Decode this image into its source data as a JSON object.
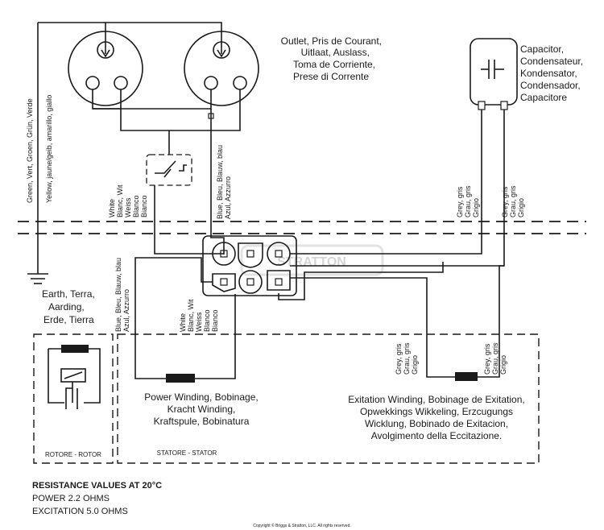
{
  "labels": {
    "outlet": [
      "Outlet, Pris de Courant,",
      "Uitlaat, Auslass,",
      "Toma de Corriente,",
      "Prese di Corrente"
    ],
    "capacitor": [
      "Capacitor,",
      "Condensateur,",
      "Kondensator,",
      "Condensador,",
      "Capacitore"
    ],
    "ground_wire": "Green, Vert, Groen, Grün, Verde",
    "yellow_wire": "Yellow, jaune/geib, amarillo, giallo",
    "white_top": [
      "White",
      "Blanc, Wit",
      "Weiss",
      "Blanco",
      "Bianco"
    ],
    "blue_top": [
      "Blue, Bleu, Blauw, blau",
      "Azul, Azzurro"
    ],
    "grey_top_left": [
      "Grey, gris",
      "Grau, gris",
      "Grigio"
    ],
    "grey_top_right": [
      "Grey, gris",
      "Grau, gris",
      "Grigio"
    ],
    "blue_bottom": [
      "Blue, Bleu, Blauw, blau",
      "Azul, Azzurro"
    ],
    "white_bottom": [
      "White",
      "Blanc, Wit",
      "Weiss",
      "Blanco",
      "Bianco"
    ],
    "grey_bottom_left": [
      "Grey, gris",
      "Grau, gris",
      "Grigio"
    ],
    "grey_bottom_right": [
      "Grey, gris",
      "Grau, gris",
      "Grigio"
    ],
    "earth": [
      "Earth, Terra,",
      "Aarding,",
      "Erde, Tierra"
    ],
    "power_winding": [
      "Power Winding, Bobinage,",
      "Kracht Winding,",
      "Kraftspule, Bobinatura"
    ],
    "excitation_winding": [
      "Exitation Winding, Bobinage de Exitation,",
      "Opwekkings Wikkeling, Erzcugungs",
      "Wicklung, Bobinado de Exitacion,",
      "Avolgimento della Eccitazione."
    ],
    "rotor": "ROTORE - ROTOR",
    "stator": "STATORE - STATOR",
    "watermark": "STRATTON"
  },
  "resistance": {
    "title": "RESISTANCE VALUES AT 20°C",
    "power": "POWER 2.2 OHMS",
    "excitation": "EXCITATION 5.0 OHMS"
  },
  "copyright": "Copyright © Briggs & Stratton, LLC. All rights reserved."
}
